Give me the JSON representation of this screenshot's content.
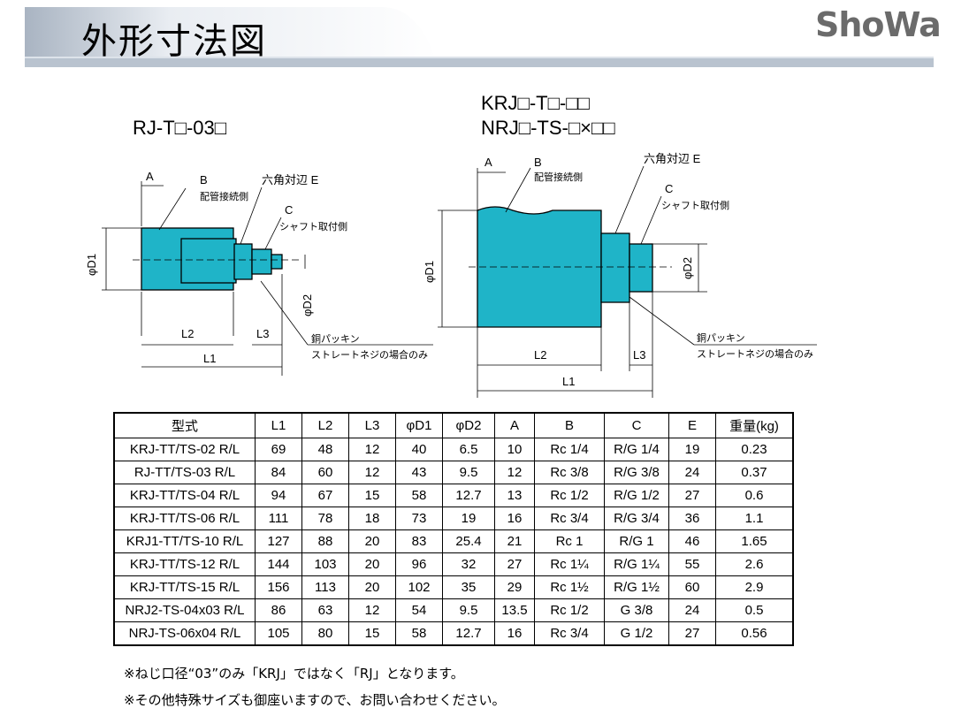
{
  "header": {
    "title": "外形寸法図",
    "logo": "ShoWa"
  },
  "drawing_left": {
    "model": "RJ-T□-03□",
    "label_a": "A",
    "label_b": "B",
    "label_b_note": "配管接続側",
    "label_e": "六角対辺 E",
    "label_c": "C",
    "label_c_note": "シャフト取付側",
    "label_d1": "φD1",
    "label_d2": "φD2",
    "label_l1": "L1",
    "label_l2": "L2",
    "label_l3": "L3",
    "packing_note": "銅パッキン",
    "packing_note2": "ストレートネジの場合のみ"
  },
  "drawing_right": {
    "model1": "KRJ□-T□-□□",
    "model2": "NRJ□-TS-□×□□",
    "label_a": "A",
    "label_b": "B",
    "label_b_note": "配管接続側",
    "label_e": "六角対辺 E",
    "label_c": "C",
    "label_c_note": "シャフト取付側",
    "label_d1": "φD1",
    "label_d2": "φD2",
    "label_l1": "L1",
    "label_l2": "L2",
    "label_l3": "L3",
    "packing_note": "銅パッキン",
    "packing_note2": "ストレートネジの場合のみ"
  },
  "table": {
    "headers": [
      "型式",
      "L1",
      "L2",
      "L3",
      "φD1",
      "φD2",
      "A",
      "B",
      "C",
      "E",
      "重量(kg)"
    ],
    "rows": [
      [
        "KRJ-TT/TS-02 R/L",
        "69",
        "48",
        "12",
        "40",
        "6.5",
        "10",
        "Rc 1/4",
        "R/G 1/4",
        "19",
        "0.23"
      ],
      [
        "RJ-TT/TS-03 R/L",
        "84",
        "60",
        "12",
        "43",
        "9.5",
        "12",
        "Rc 3/8",
        "R/G 3/8",
        "24",
        "0.37"
      ],
      [
        "KRJ-TT/TS-04 R/L",
        "94",
        "67",
        "15",
        "58",
        "12.7",
        "13",
        "Rc 1/2",
        "R/G 1/2",
        "27",
        "0.6"
      ],
      [
        "KRJ-TT/TS-06 R/L",
        "111",
        "78",
        "18",
        "73",
        "19",
        "16",
        "Rc 3/4",
        "R/G 3/4",
        "36",
        "1.1"
      ],
      [
        "KRJ1-TT/TS-10 R/L",
        "127",
        "88",
        "20",
        "83",
        "25.4",
        "21",
        "Rc 1",
        "R/G 1",
        "46",
        "1.65"
      ],
      [
        "KRJ-TT/TS-12 R/L",
        "144",
        "103",
        "20",
        "96",
        "32",
        "27",
        "Rc 1¼",
        "R/G 1¼",
        "55",
        "2.6"
      ],
      [
        "KRJ-TT/TS-15 R/L",
        "156",
        "113",
        "20",
        "102",
        "35",
        "29",
        "Rc 1½",
        "R/G 1½",
        "60",
        "2.9"
      ],
      [
        "NRJ2-TS-04x03 R/L",
        "86",
        "63",
        "12",
        "54",
        "9.5",
        "13.5",
        "Rc 1/2",
        "G 3/8",
        "24",
        "0.5"
      ],
      [
        "NRJ-TS-06x04 R/L",
        "105",
        "80",
        "15",
        "58",
        "12.7",
        "16",
        "Rc 3/4",
        "G 1/2",
        "27",
        "0.56"
      ]
    ]
  },
  "notes": [
    "※ねじ口径“03”のみ「KRJ」ではなく「RJ」となります。",
    "※その他特殊サイズも御座いますので、お問い合わせください。"
  ],
  "colors": {
    "body_fill": "#1fb4c8",
    "header_gradient": "#9aa8b8",
    "logo": "#6b6b6b"
  }
}
